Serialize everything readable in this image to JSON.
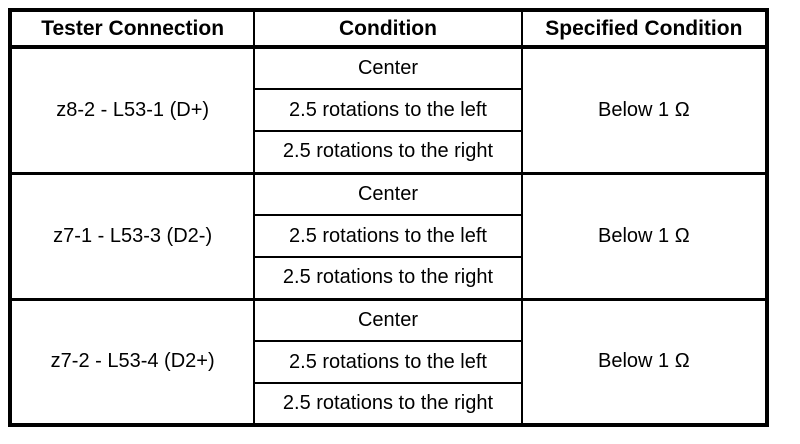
{
  "table": {
    "headers": [
      "Tester Connection",
      "Condition",
      "Specified Condition"
    ],
    "groups": [
      {
        "tester_connection": "z8-2 - L53-1 (D+)",
        "conditions": [
          "Center",
          "2.5 rotations to the left",
          "2.5 rotations to the right"
        ],
        "specified_condition": "Below 1 Ω"
      },
      {
        "tester_connection": "z7-1 - L53-3 (D2-)",
        "conditions": [
          "Center",
          "2.5 rotations to the left",
          "2.5 rotations to the right"
        ],
        "specified_condition": "Below 1 Ω"
      },
      {
        "tester_connection": "z7-2 - L53-4 (D2+)",
        "conditions": [
          "Center",
          "2.5 rotations to the left",
          "2.5 rotations to the right"
        ],
        "specified_condition": "Below 1 Ω"
      }
    ],
    "colors": {
      "border": "#000000",
      "background": "#ffffff",
      "text": "#000000"
    }
  }
}
